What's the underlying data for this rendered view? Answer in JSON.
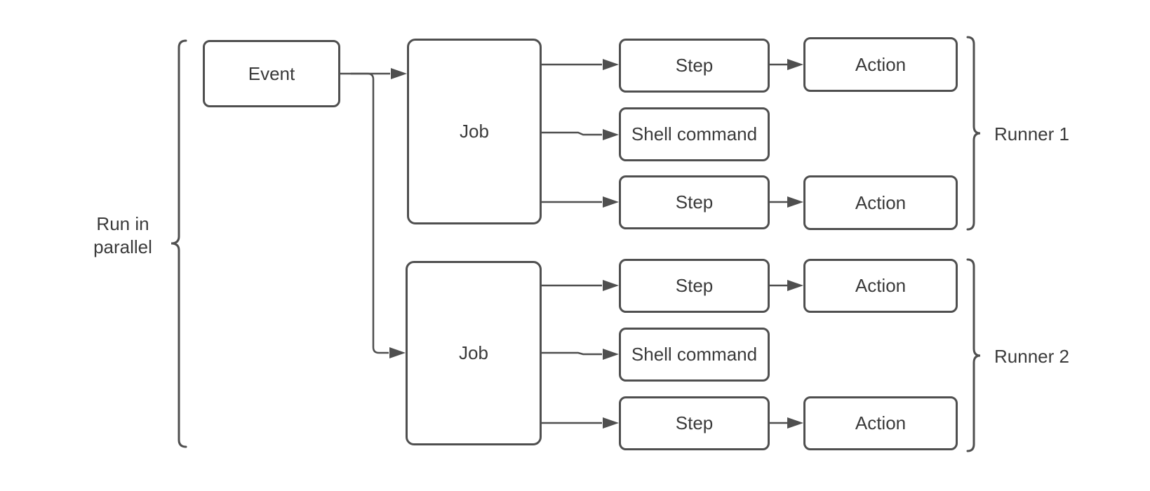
{
  "diagram_type": "flowchart",
  "colors": {
    "background": "#ffffff",
    "stroke": "#4f4f4f",
    "text": "#3a3a3a",
    "node_fill": "#ffffff"
  },
  "event": {
    "label": "Event"
  },
  "parallel_label": {
    "line1": "Run in",
    "line2": "parallel"
  },
  "runners": [
    {
      "label": "Runner 1",
      "job_label": "Job",
      "rows": [
        {
          "left": "Step",
          "right": "Action"
        },
        {
          "left": "Shell command",
          "right": ""
        },
        {
          "left": "Step",
          "right": "Action"
        }
      ]
    },
    {
      "label": "Runner 2",
      "job_label": "Job",
      "rows": [
        {
          "left": "Step",
          "right": "Action"
        },
        {
          "left": "Shell command",
          "right": ""
        },
        {
          "left": "Step",
          "right": "Action"
        }
      ]
    }
  ]
}
